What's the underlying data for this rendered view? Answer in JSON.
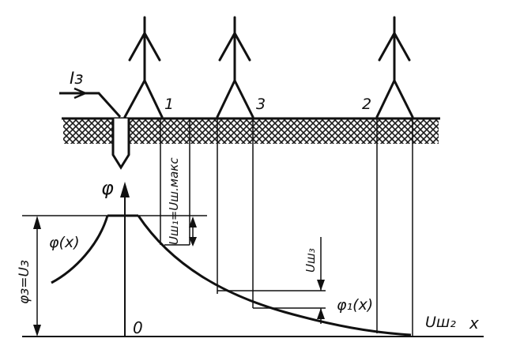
{
  "diagram": {
    "source_current": "Iз",
    "person_labels": [
      "1",
      "3",
      "2"
    ],
    "axis_y_label": "φ",
    "origin_label": "0",
    "axis_x_label": "x",
    "curve_left_label": "φ(x)",
    "curve_right_label": "φ₁(x)",
    "height_label": "φз=Uз",
    "u_max_label": "Uш₁=Uш.макс",
    "u3_label": "Uш₃",
    "u2_label": "Uш₂"
  }
}
